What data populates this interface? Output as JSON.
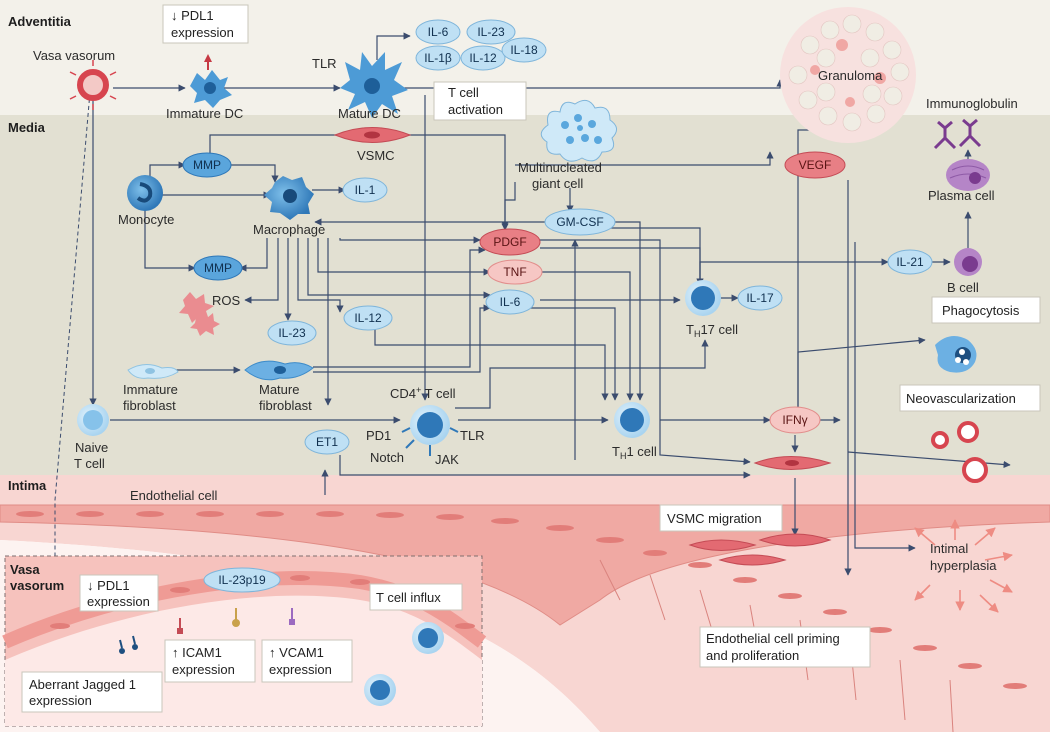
{
  "regions": {
    "adventitia": "Adventitia",
    "media": "Media",
    "intima": "Intima",
    "vasa_vasorum_line1": "Vasa",
    "vasa_vasorum_line2": "vasorum"
  },
  "cells": {
    "vasa_vasorum": "Vasa vasorum",
    "immature_dc": "Immature DC",
    "mature_dc": "Mature DC",
    "tlr_dc": "TLR",
    "granuloma": "Granuloma",
    "immunoglobulin": "Immunoglobulin",
    "vsmc": "VSMC",
    "multinucleated_line1": "Multinucleated",
    "multinucleated_line2": "giant cell",
    "plasma_cell": "Plasma cell",
    "monocyte": "Monocyte",
    "macrophage": "Macrophage",
    "b_cell": "B cell",
    "th17_cell": "17 cell",
    "th1_cell": "1 cell",
    "th_prefix": "T",
    "th_sub": "H",
    "immature_fibroblast_line1": "Immature",
    "immature_fibroblast_line2": "fibroblast",
    "mature_fibroblast_line1": "Mature",
    "mature_fibroblast_line2": "fibroblast",
    "naive_tcell_line1": "Naive",
    "naive_tcell_line2": "T cell",
    "cd4_tcell": "CD4",
    "cd4_sup": "+",
    "cd4_rest": " T cell",
    "pd1": "PD1",
    "notch": "Notch",
    "jak": "JAK",
    "tlr_t": "TLR",
    "endothelial_cell": "Endothelial cell"
  },
  "pills": {
    "il6_top": "IL-6",
    "il23_top": "IL-23",
    "il1b_top": "IL-1β",
    "il12_top": "IL-12",
    "il18_top": "IL-18",
    "mmp1": "MMP",
    "il1": "IL-1",
    "gmcsf": "GM-CSF",
    "mmp2": "MMP",
    "il23": "IL-23",
    "il12": "IL-12",
    "il6": "IL-6",
    "il21": "IL-21",
    "il17": "IL-17",
    "et1": "ET1",
    "il23p19": "IL-23p19",
    "vegf": "VEGF",
    "pdgf": "PDGF",
    "tnf": "TNF",
    "ifng": "IFNγ",
    "ros": "ROS"
  },
  "callouts": {
    "pdl1_top_line1": "↓ PDL1",
    "pdl1_top_line2": "expression",
    "tcell_activation_line1": "T cell",
    "tcell_activation_line2": "activation",
    "phagocytosis": "Phagocytosis",
    "neovascularization": "Neovascularization",
    "vsmc_migration": "VSMC migration",
    "intimal_hyperplasia_line1": "Intimal",
    "intimal_hyperplasia_line2": "hyperplasia",
    "endothelial_priming_line1": "Endothelial cell priming",
    "endothelial_priming_line2": "and proliferation",
    "pdl1_inset_line1": "↓ PDL1",
    "pdl1_inset_line2": "expression",
    "icam1_line1": "↑ ICAM1",
    "icam1_line2": "expression",
    "vcam1_line1": "↑ VCAM1",
    "vcam1_line2": "expression",
    "tcell_influx": "T cell influx",
    "jagged_line1": "Aberrant Jagged 1",
    "jagged_line2": "expression"
  },
  "colors": {
    "adventitia_bg": "#f3f1ea",
    "media_bg": "#e2e0d2",
    "intima_bg": "#f8d6d2",
    "pill_blue": "#bfe0f4",
    "pill_red": "#e87f85",
    "cell_blue": "#3d8bc9",
    "arrow": "#3b4c6e"
  }
}
